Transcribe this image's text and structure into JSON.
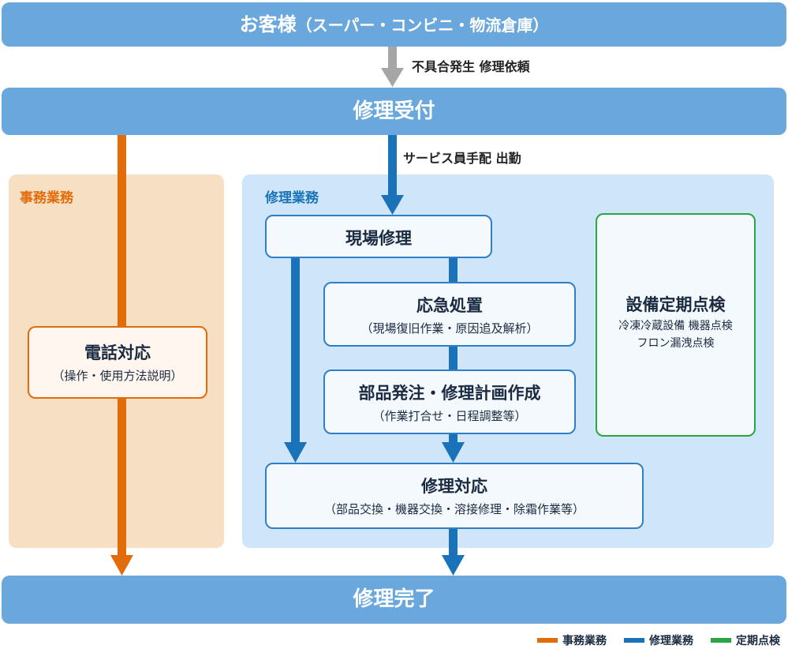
{
  "bands": {
    "customer_title": "お客様",
    "customer_sub": "（スーパー・コンビニ・物流倉庫）",
    "reception": "修理受付",
    "complete": "修理完了"
  },
  "arrow_labels": {
    "request": "不具合発生  修理依頼",
    "dispatch": "サービス員手配  出勤"
  },
  "panels": {
    "office": "事務業務",
    "repair": "修理業務"
  },
  "boxes": {
    "phone_title": "電話対応",
    "phone_sub": "（操作・使用方法説明）",
    "onsite_title": "現場修理",
    "emergency_title": "応急処置",
    "emergency_sub": "（現場復旧作業・原因追及解析）",
    "parts_title": "部品発注・修理計画作成",
    "parts_sub": "（作業打合せ・日程調整等）",
    "repairwork_title": "修理対応",
    "repairwork_sub": "（部品交換・機器交換・溶接修理・除霜作業等）",
    "inspection_title": "設備定期点検",
    "inspection_sub1": "冷凍冷蔵設備 機器点検",
    "inspection_sub2": "フロン漏洩点検"
  },
  "legend": [
    {
      "label": "事務業務",
      "color": "#e36c0a"
    },
    {
      "label": "修理業務",
      "color": "#1a72b8"
    },
    {
      "label": "定期点検",
      "color": "#2aa542"
    }
  ],
  "colors": {
    "band": "#6aa7dc",
    "office_arrow": "#e36c0a",
    "repair_arrow": "#1a72b8",
    "customer_arrow": "#a6a6a6",
    "inspection_border": "#2aa542"
  }
}
